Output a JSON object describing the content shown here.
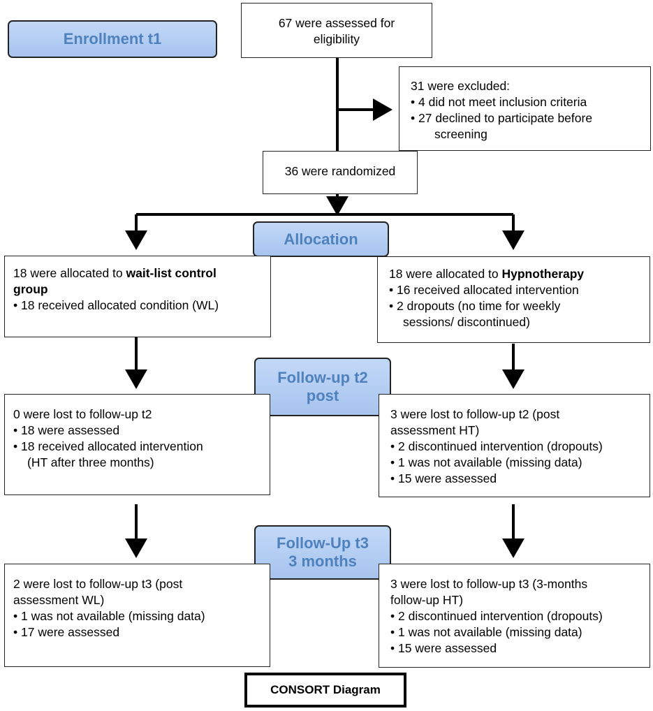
{
  "stages": {
    "enrollment": "Enrollment t1",
    "allocation": "Allocation",
    "followup_t2": [
      "Follow-up t2",
      "post"
    ],
    "followup_t3": [
      "Follow-Up t3",
      "3 months"
    ]
  },
  "assessed": [
    "67 were assessed for",
    "eligibility"
  ],
  "excluded": {
    "header": "31 were excluded:",
    "items": [
      "4 did not meet inclusion criteria",
      "27 declined to participate before"
    ],
    "continuation": "screening"
  },
  "randomized": "36 were randomized",
  "alloc_wl": {
    "prefix": "18 were allocated to ",
    "bold_1": "wait-list control",
    "bold_2": "group",
    "items": [
      "18 received allocated condition (WL)"
    ]
  },
  "alloc_ht": {
    "prefix": "18 were allocated to ",
    "bold": "Hypnotherapy",
    "items": [
      "16 received allocated intervention",
      "2 dropouts (no time for weekly"
    ],
    "continuation": "sessions/ discontinued)"
  },
  "t2_wl": {
    "header": "0 were lost to follow-up t2",
    "items": [
      "18 were assessed",
      "18 received allocated intervention"
    ],
    "continuation": "(HT after three months)"
  },
  "t2_ht": {
    "header": [
      "3 were lost to follow-up t2 (post",
      "assessment HT)"
    ],
    "items": [
      "2 discontinued intervention (dropouts)",
      "1 was not available (missing data)",
      "15 were assessed"
    ]
  },
  "t3_wl": {
    "header": [
      "2 were lost to follow-up t3 (post",
      "assessment WL)"
    ],
    "items": [
      "1 was not available (missing data)",
      "17 were assessed"
    ]
  },
  "t3_ht": {
    "header": [
      "3 were lost to follow-up t3 (3-months",
      "follow-up HT)"
    ],
    "items": [
      "2 discontinued intervention (dropouts)",
      "1 was not available (missing data)",
      "15 were assessed"
    ]
  },
  "caption": "CONSORT Diagram"
}
